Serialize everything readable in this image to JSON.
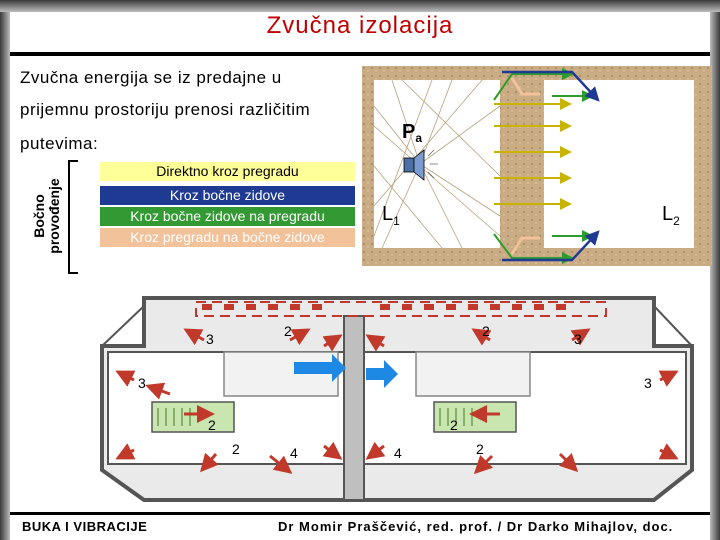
{
  "slide": {
    "title": "Zvučna izolacija",
    "paragraph_lines": [
      "Zvučna  energija  se  iz  predajne  u",
      "prijemnu prostoriju prenosi različitim",
      "putevima:"
    ],
    "vertical_label": [
      "Bočno",
      "provođenje"
    ],
    "paths": [
      "Direktno kroz pregradu",
      "Kroz bočne zidove",
      "Kroz bočne zidove na pregradu",
      "Kroz pregradu na bočne zidove"
    ],
    "footer_left": "BUKA I VIBRACIJE",
    "footer_right": "Dr Momir Praščević, red. prof. / Dr Darko Mihajlov, doc."
  },
  "room_diagram": {
    "source_label": "P",
    "source_sub": "a",
    "level1": "L",
    "level1_sub": "1",
    "level2": "L",
    "level2_sub": "2"
  },
  "plan_diagram": {
    "labels": [
      "3",
      "2",
      "3",
      "2",
      "3",
      "3",
      "2",
      "2",
      "2",
      "4",
      "2",
      "4"
    ]
  },
  "colors": {
    "title": "#c00000",
    "direct": "#ffff99",
    "flanking": "#1f3a93",
    "flank_to_partition": "#339933",
    "partition_to_flank": "#f2c29a",
    "arrow_red": "#c0392b",
    "arrow_blue": "#1e88e5"
  }
}
